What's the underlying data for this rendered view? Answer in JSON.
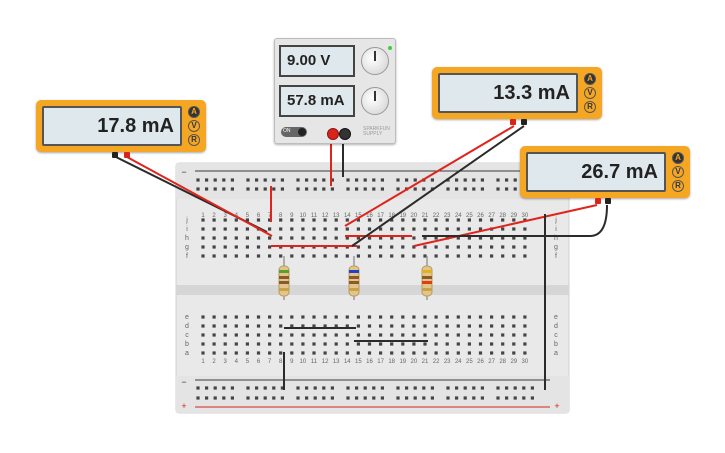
{
  "power_supply": {
    "voltage": "9.00 V",
    "current": "57.8 mA",
    "on_label": "ON",
    "brand": "SPARKFUN SUPPLY"
  },
  "meters": [
    {
      "id": "meter-left",
      "reading": "17.8 mA",
      "buttons": [
        "A",
        "V",
        "R"
      ],
      "active": "A"
    },
    {
      "id": "meter-middle",
      "reading": "13.3 mA",
      "buttons": [
        "A",
        "V",
        "R"
      ],
      "active": "A"
    },
    {
      "id": "meter-right",
      "reading": "26.7 mA",
      "buttons": [
        "A",
        "V",
        "R"
      ],
      "active": "A"
    }
  ],
  "breadboard": {
    "column_numbers": [
      "1",
      "2",
      "3",
      "4",
      "5",
      "6",
      "7",
      "8",
      "9",
      "10",
      "11",
      "12",
      "13",
      "14",
      "15",
      "16",
      "17",
      "18",
      "19",
      "20",
      "21",
      "22",
      "23",
      "24",
      "25",
      "26",
      "27",
      "28",
      "29",
      "30"
    ],
    "row_letters_top": [
      "j",
      "i",
      "h",
      "g",
      "f"
    ],
    "row_letters_bottom": [
      "e",
      "d",
      "c",
      "b",
      "a"
    ],
    "rail_minus": "−",
    "rail_plus": "+"
  },
  "colors": {
    "wire_red": "#e0241b",
    "wire_black": "#2b2b2b",
    "meter_body": "#f5a623",
    "rail_blue": "#3a3a3a",
    "rail_red": "#d9241b"
  }
}
